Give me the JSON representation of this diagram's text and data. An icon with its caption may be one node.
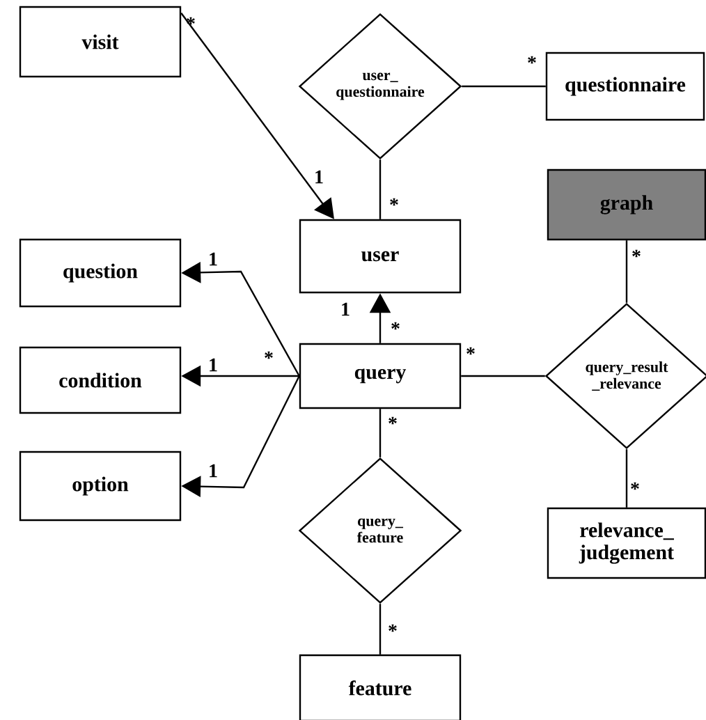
{
  "diagram": {
    "nodes": [
      {
        "text": [
          "visit"
        ]
      },
      {
        "text": [
          "user_ questionnaire"
        ]
      },
      {
        "text": [
          "questionnaire"
        ]
      },
      {
        "text": [
          "user"
        ]
      },
      {
        "text": [
          "graph"
        ]
      },
      {
        "text": [
          "question"
        ]
      },
      {
        "text": [
          "query"
        ]
      },
      {
        "text": [
          "condition"
        ]
      },
      {
        "text": [
          "query_result _relevance"
        ]
      },
      {
        "text": [
          "option"
        ]
      },
      {
        "text": [
          "query_ feature"
        ]
      },
      {
        "text": [
          "relevance_ judgement"
        ]
      },
      {
        "text": [
          "feature"
        ]
      }
    ],
    "edges": [
      {
        "from": 0,
        "to": 3,
        "arrow": "to"
      },
      {
        "from": 1,
        "to": 2,
        "arrow": "none"
      },
      {
        "from": 1,
        "to": 3,
        "arrow": "none"
      },
      {
        "from": 6,
        "to": 3,
        "arrow": "to"
      },
      {
        "from": 6,
        "to": 5,
        "arrow": "to"
      },
      {
        "from": 6,
        "to": 7,
        "arrow": "to"
      },
      {
        "from": 6,
        "to": 9,
        "arrow": "to"
      },
      {
        "from": 6,
        "to": 8,
        "arrow": "none"
      },
      {
        "from": 4,
        "to": 8,
        "arrow": "none"
      },
      {
        "from": 8,
        "to": 11,
        "arrow": "none"
      },
      {
        "from": 6,
        "to": 10,
        "arrow": "none"
      },
      {
        "from": 10,
        "to": 12,
        "arrow": "none"
      }
    ],
    "labels": [
      "*",
      "*",
      "1",
      "*",
      "*",
      "1",
      "1",
      "*",
      "*",
      "*",
      "1",
      "*",
      "1",
      "*",
      "*"
    ]
  }
}
